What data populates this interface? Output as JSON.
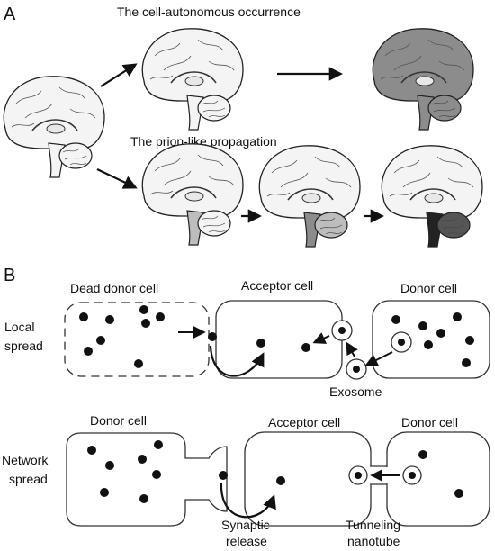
{
  "panel_a": {
    "label": "A",
    "top_title": "The cell-autonomous occurrence",
    "mid_title": "The prion-like propagation"
  },
  "panel_b": {
    "label": "B",
    "local": {
      "side_line1": "Local",
      "side_line2": "spread",
      "dead_donor": "Dead donor cell",
      "acceptor": "Acceptor cell",
      "donor": "Donor cell",
      "exosome": "Exosome"
    },
    "network": {
      "side_line1": "Network",
      "side_line2": "spread",
      "donor_left": "Donor cell",
      "acceptor": "Acceptor cell",
      "donor_right": "Donor cell",
      "synaptic_line1": "Synaptic",
      "synaptic_line2": "release",
      "tunneling_line1": "Tunneling",
      "tunneling_line2": "nanotube"
    }
  },
  "colors": {
    "healthy_brain": "#f4f4f4",
    "affected_light": "#bdbdbd",
    "affected_mid": "#8c8c8c",
    "affected_dark": "#555555",
    "particle": "#111111",
    "outline": "#222222"
  }
}
